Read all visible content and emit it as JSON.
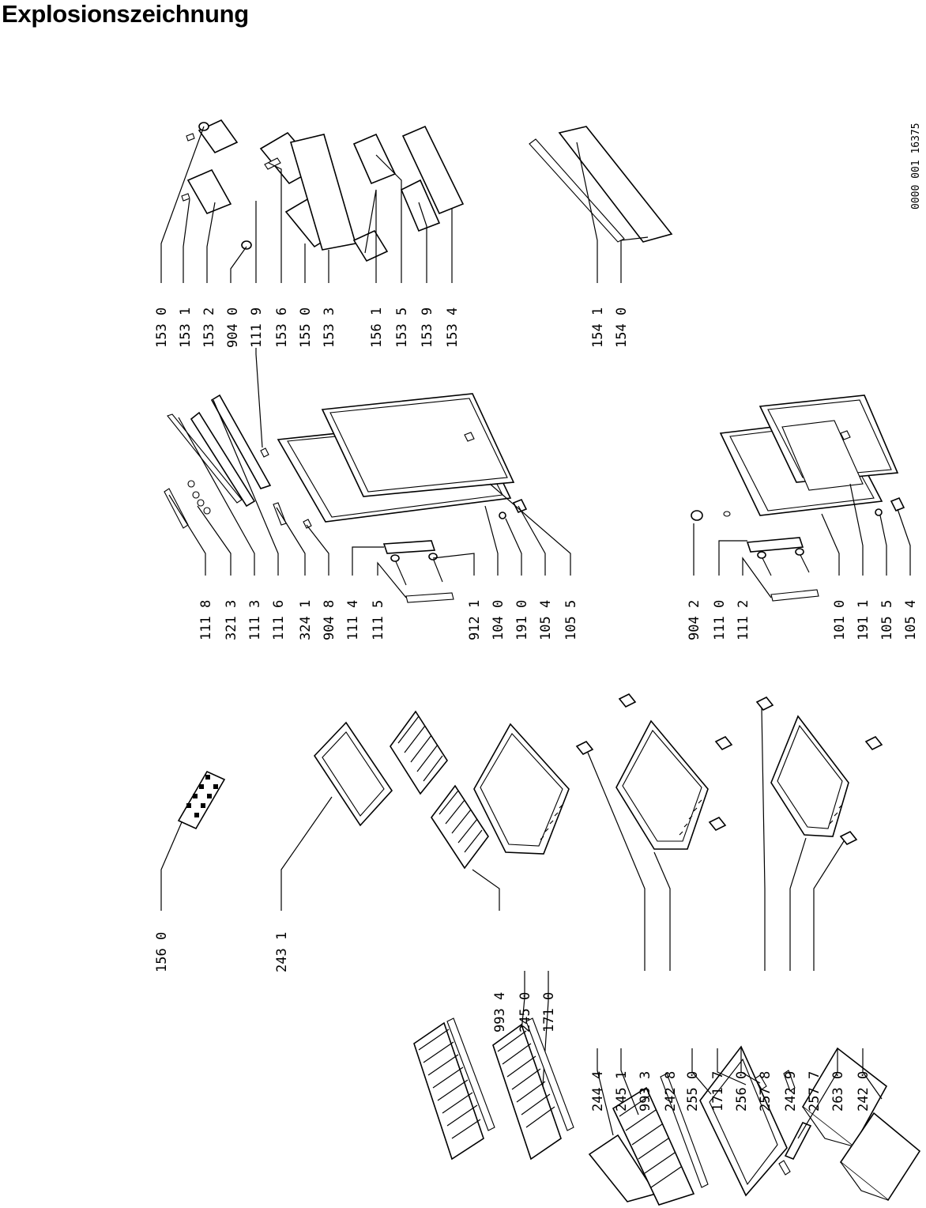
{
  "title": "Explosionszeichnung",
  "document_number": "0000 001  16375",
  "part_labels": {
    "door_fittings": [
      "153 0",
      "153 1",
      "153 2",
      "904 0",
      "111 9",
      "153 6",
      "155 0",
      "153 3",
      "156 1",
      "153 5",
      "153 9",
      "153 4",
      "154 1",
      "154 0"
    ],
    "upper_door": [
      "111 8",
      "321 3",
      "111 3",
      "111 6",
      "324 1",
      "904 8",
      "111 4",
      "111 5",
      "912 1",
      "104 0",
      "191 0",
      "105 4",
      "105 5"
    ],
    "lower_door": [
      "904 2",
      "111 0",
      "111 2",
      "101 0",
      "191 1",
      "105 5",
      "105 4"
    ],
    "interior_upper": [
      "156 0",
      "243 1",
      "993 4",
      "245 0",
      "171 0"
    ],
    "interior_lower": [
      "244 4",
      "245 1",
      "993 3",
      "242 8",
      "255 0",
      "171 7",
      "256 0",
      "257 8",
      "242 9",
      "257 7",
      "263 0",
      "242 0"
    ]
  }
}
